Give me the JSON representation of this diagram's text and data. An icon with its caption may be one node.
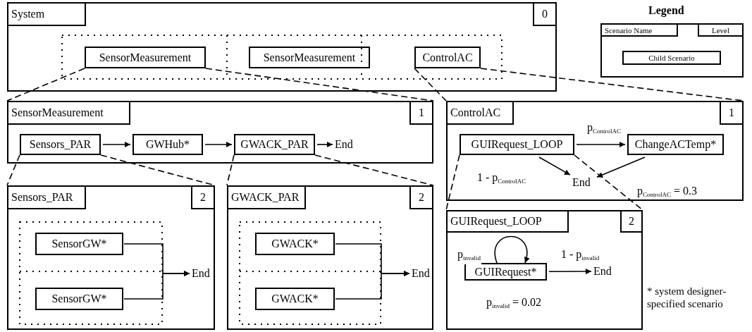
{
  "diagram": {
    "nodes": [
      {
        "text": [
          "System",
          "0"
        ]
      },
      {
        "text": [
          "SensorMeasurement"
        ],
        "in": 0
      },
      {
        "text": [
          "SensorMeasurement"
        ],
        "in": 0
      },
      {
        "text": [
          "ControlAC"
        ],
        "in": 0
      },
      {
        "text": [
          "SensorMeasurement",
          "1"
        ]
      },
      {
        "text": [
          "Sensors_PAR"
        ],
        "in": 4
      },
      {
        "text": [
          "GWHub*"
        ],
        "in": 4
      },
      {
        "text": [
          "GWACK_PAR"
        ],
        "in": 4
      },
      {
        "text": [
          "End"
        ],
        "in": 4
      },
      {
        "text": [
          "ControlAC",
          "1"
        ]
      },
      {
        "text": [
          "GUIRequest_LOOP"
        ],
        "in": 9
      },
      {
        "text": [
          "ChangeACTemp*"
        ],
        "in": 9
      },
      {
        "text": [
          "End"
        ],
        "in": 9
      },
      {
        "text": [
          "Sensors_PAR",
          "2"
        ]
      },
      {
        "text": [
          "SensorGW*"
        ],
        "in": 13
      },
      {
        "text": [
          "SensorGW*"
        ],
        "in": 13
      },
      {
        "text": [
          "End"
        ],
        "in": 13
      },
      {
        "text": [
          "GWACK_PAR",
          "2"
        ]
      },
      {
        "text": [
          "GWACK*"
        ],
        "in": 17
      },
      {
        "text": [
          "GWACK*"
        ],
        "in": 17
      },
      {
        "text": [
          "End"
        ],
        "in": 17
      },
      {
        "text": [
          "GUIRequest_LOOP",
          "2"
        ]
      },
      {
        "text": [
          "GUIRequest*"
        ],
        "in": 21
      },
      {
        "text": [
          "End"
        ],
        "in": 21
      },
      {
        "text": [
          "Scenario Name",
          "Level"
        ]
      },
      {
        "text": [
          "Child Scenario"
        ],
        "in": 24
      }
    ],
    "edges": [
      {
        "from": 1,
        "to": 4,
        "arrow": "none",
        "style": "dashed"
      },
      {
        "from": 3,
        "to": 9,
        "arrow": "none",
        "style": "dashed"
      },
      {
        "from": 5,
        "to": 6,
        "arrow": "to"
      },
      {
        "from": 6,
        "to": 7,
        "arrow": "to"
      },
      {
        "from": 7,
        "to": 8,
        "arrow": "to"
      },
      {
        "from": 10,
        "to": 11,
        "arrow": "to",
        "label": "p$_{ControlAC}$"
      },
      {
        "from": 10,
        "to": 12,
        "arrow": "to",
        "label": "1 - p$_{ControlAC}$"
      },
      {
        "from": 11,
        "to": 12,
        "arrow": "to"
      },
      {
        "from": 5,
        "to": 13,
        "arrow": "none",
        "style": "dashed"
      },
      {
        "from": 7,
        "to": 17,
        "arrow": "none",
        "style": "dashed"
      },
      {
        "from": 14,
        "to": 16,
        "arrow": "to"
      },
      {
        "from": 15,
        "to": 16,
        "arrow": "to"
      },
      {
        "from": 18,
        "to": 20,
        "arrow": "to"
      },
      {
        "from": 19,
        "to": 20,
        "arrow": "to"
      },
      {
        "from": 10,
        "to": 21,
        "arrow": "none",
        "style": "dashed"
      },
      {
        "from": 22,
        "to": 22,
        "arrow": "to",
        "label": "p$_{invalid}$"
      },
      {
        "from": 22,
        "to": 23,
        "arrow": "to",
        "label": "1 - p$_{invalid}$"
      }
    ],
    "labels": [
      "Legend",
      "p$_{ControlAC}$ = 0.3",
      "p$_{invalid}$ = 0.02",
      "* system designer-specified scenario"
    ]
  }
}
